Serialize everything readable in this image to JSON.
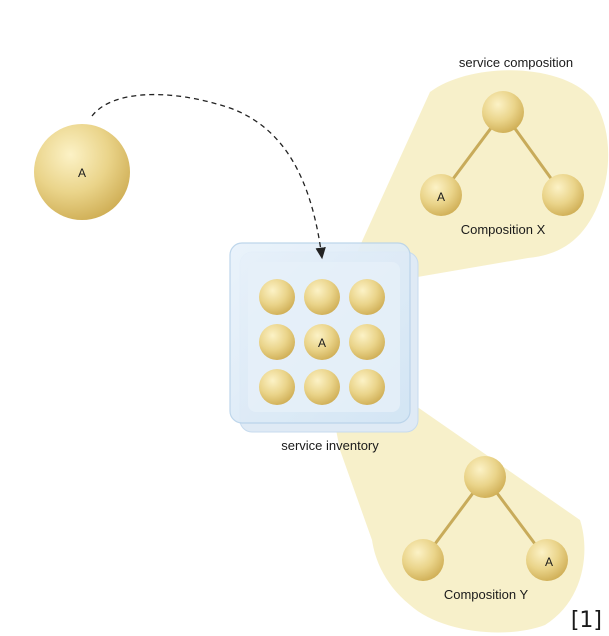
{
  "labels": {
    "service_a": "A",
    "composition_top": "service composition",
    "composition_x": "Composition X",
    "composition_y": "Composition Y",
    "inventory": "service inventory",
    "reference": "[1]"
  },
  "colors": {
    "ball_light": "#fcf2c6",
    "ball_mid": "#ead48a",
    "ball_dark": "#cfae55",
    "connector": "#c8ab5a",
    "spotlight": "#f7efc5",
    "inventory_glass": "#dcebf7",
    "inventory_edge": "#b9d3ea"
  },
  "icons": {
    "service": "gold-sphere",
    "move_arrow": "dashed-curved-arrow"
  }
}
